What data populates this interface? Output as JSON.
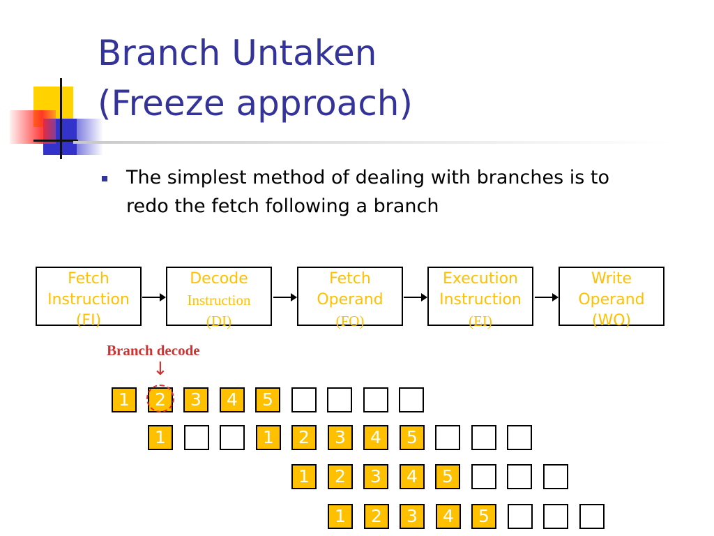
{
  "title": {
    "line1": "Branch Untaken",
    "line2": "(Freeze approach)"
  },
  "bullet": {
    "line1": "The simplest method of dealing with branches is to",
    "line2": "redo the fetch following a branch"
  },
  "stages": [
    {
      "line1": "Fetch",
      "line2": "Instruction",
      "line3": "(FI)"
    },
    {
      "line1": "Decode",
      "line2": "Instruction",
      "line3": "(DI)"
    },
    {
      "line1": "Fetch",
      "line2": "Operand",
      "line3": "(FO)"
    },
    {
      "line1": "Execution",
      "line2": "Instruction",
      "line3": "(EI)"
    },
    {
      "line1": "Write",
      "line2": "Operand",
      "line3": "(WO)"
    }
  ],
  "annotation": {
    "label": "Branch decode",
    "arrow": "↓"
  },
  "pipeline_rows": [
    [
      "1",
      "2",
      "3",
      "4",
      "5",
      "",
      "",
      "",
      ""
    ],
    [
      "1",
      "",
      "",
      "1",
      "2",
      "3",
      "4",
      "5",
      "",
      "",
      ""
    ],
    [
      "1",
      "2",
      "3",
      "4",
      "5",
      "",
      "",
      ""
    ],
    [
      "1",
      "2",
      "3",
      "4",
      "5",
      "",
      "",
      ""
    ]
  ],
  "colors": {
    "title": "#333399",
    "stage_text": "#ffc000",
    "cell_fill": "#ffc000",
    "annotation": "#cc3333"
  }
}
